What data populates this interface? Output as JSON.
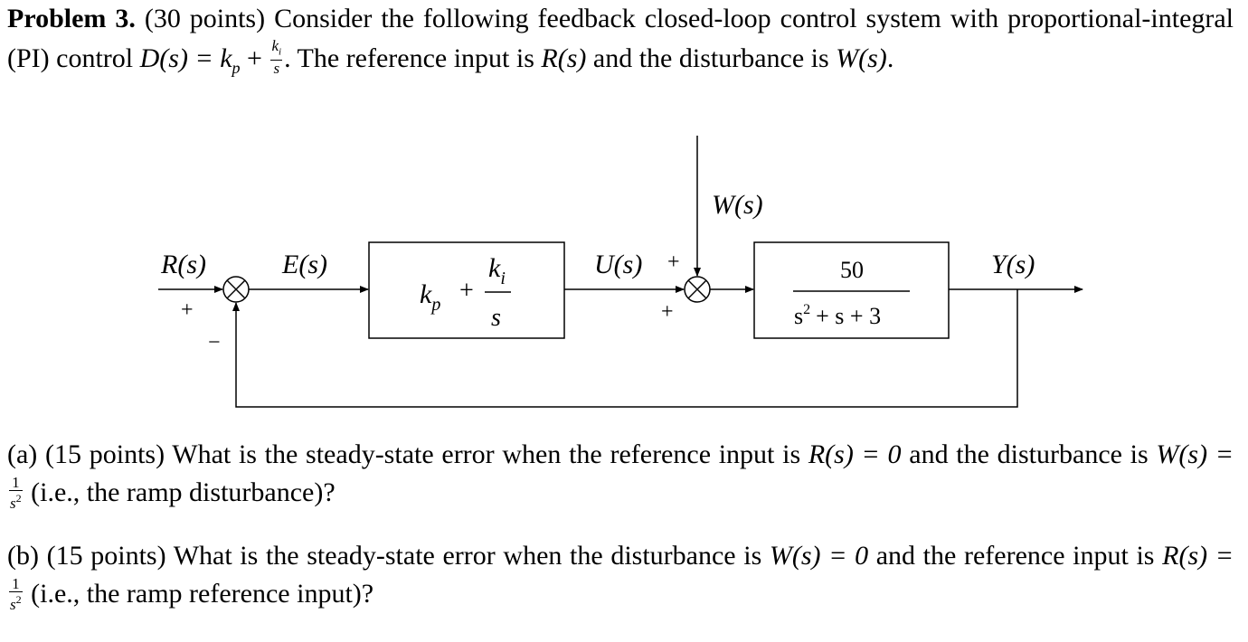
{
  "problem": {
    "heading": "Problem 3.",
    "points": "(30 points)",
    "intro_1": "Consider the following feedback closed-loop control system with proportional-integral (PI) control",
    "controller_eq_lhs": "D(s) =",
    "controller_eq_kp": "k",
    "controller_eq_kp_sub": "p",
    "controller_eq_plus": "+",
    "controller_eq_frac_num": "k",
    "controller_eq_frac_num_sub": "i",
    "controller_eq_frac_den": "s",
    "intro_2": ". The reference input is",
    "ref_symbol": "R(s)",
    "intro_3": "and the disturbance is",
    "dist_symbol": "W(s)",
    "intro_end": "."
  },
  "diagram": {
    "R_label": "R(s)",
    "E_label": "E(s)",
    "U_label": "U(s)",
    "W_label": "W(s)",
    "Y_label": "Y(s)",
    "sum1_plus": "+",
    "sum1_minus": "−",
    "sum2_plus_top": "+",
    "sum2_plus_bottom": "+",
    "controller_kp": "k",
    "controller_kp_sub": "p",
    "controller_plus": "+",
    "controller_num": "k",
    "controller_num_sub": "i",
    "controller_den": "s",
    "plant_num": "50",
    "plant_den_s": "s",
    "plant_den_sup": "2",
    "plant_den_rest": "+ s + 3"
  },
  "part_a": {
    "label": "(a)",
    "points": "(15 points)",
    "text_1": "What is the steady-state error when the reference input is",
    "cond_1": "R(s) = 0",
    "text_2": "and the disturbance is",
    "cond_2": "W(s) =",
    "frac_num": "1",
    "frac_den": "s",
    "frac_den_sup": "2",
    "text_3": "(i.e., the ramp disturbance)?"
  },
  "part_b": {
    "label": "(b)",
    "points": "(15 points)",
    "text_1": "What is the steady-state error when the disturbance is",
    "cond_1": "W(s) = 0",
    "text_2": "and the reference input is",
    "cond_2": "R(s) =",
    "frac_num": "1",
    "frac_den": "s",
    "frac_den_sup": "2",
    "text_3": "(i.e., the ramp reference input)?"
  }
}
